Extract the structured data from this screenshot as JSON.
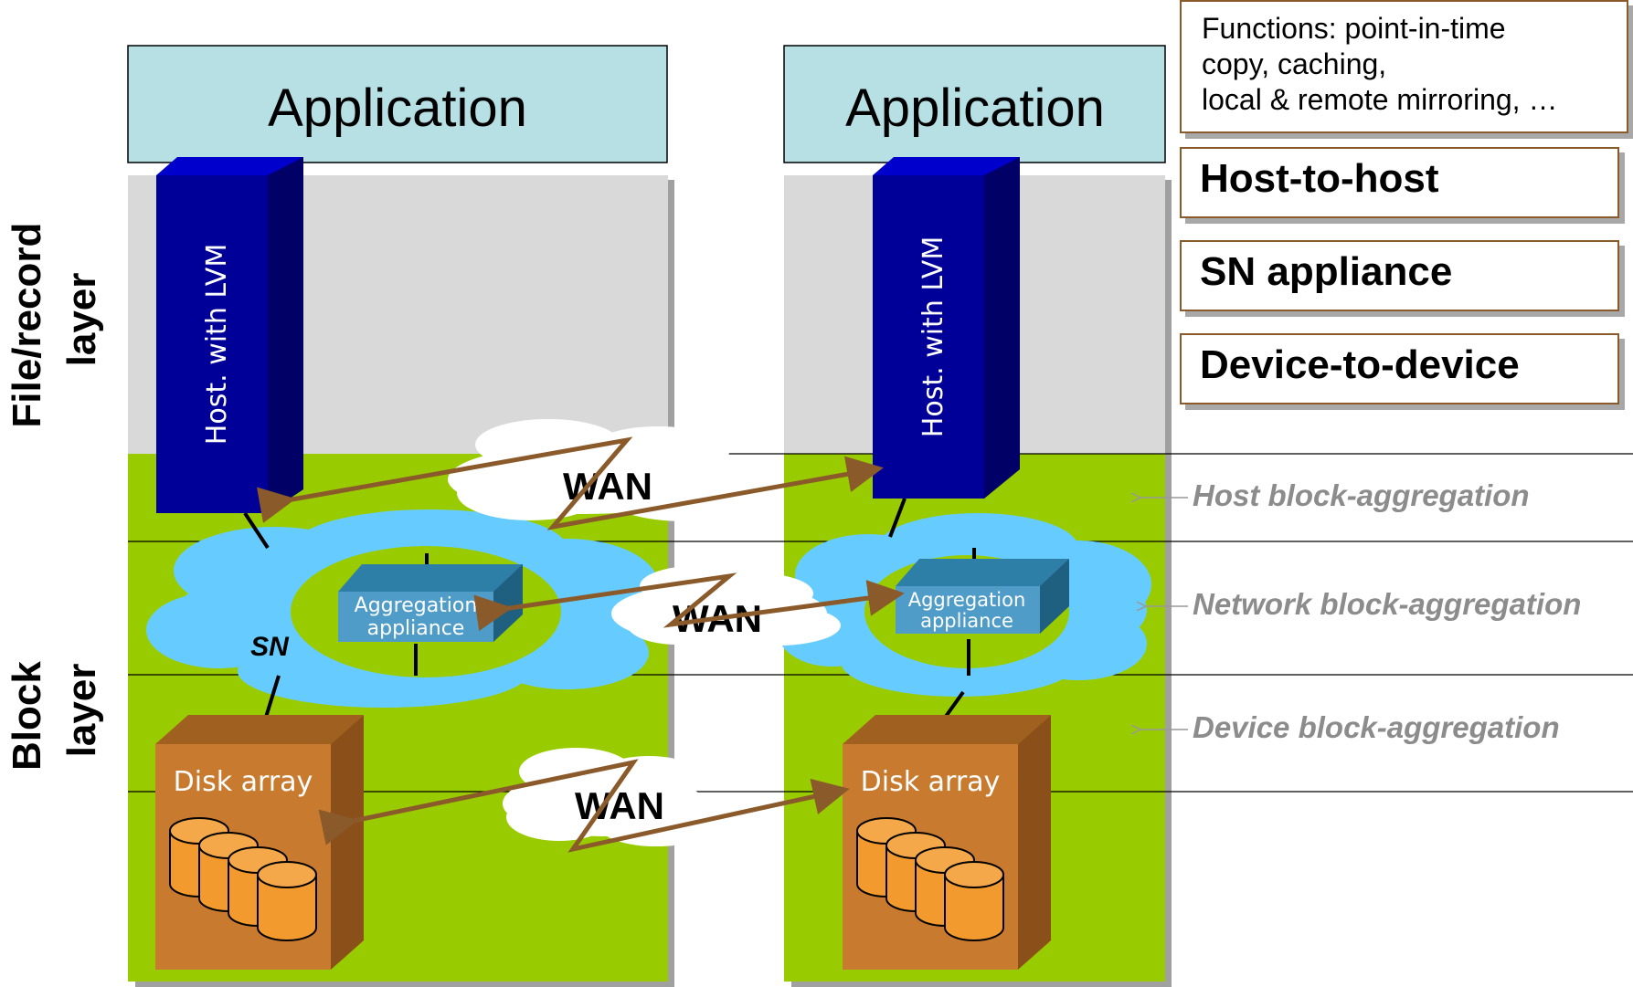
{
  "layers": {
    "file_record": "File/record\nlayer",
    "block": "Block\nlayer"
  },
  "columns": [
    {
      "application": "Application",
      "host": "Host. with LVM",
      "appliance": "Aggregation\nappliance",
      "disk": "Disk array"
    },
    {
      "application": "Application",
      "host": "Host. with LVM",
      "appliance": "Aggregation\nappliance",
      "disk": "Disk array"
    }
  ],
  "sn_label": "SN",
  "wan_label": "WAN",
  "functions_text": "Functions: point-in-time\ncopy, caching,\nlocal & remote mirroring, …",
  "methods": [
    "Host-to-host",
    "SN appliance",
    "Device-to-device"
  ],
  "aggregation_levels": [
    "Host block-aggregation",
    "Network block-aggregation",
    "Device block-aggregation"
  ],
  "colors": {
    "file_layer": "#d9d9d9",
    "block_layer": "#99cc00",
    "application_box": "#b7e0e5",
    "host": "#000099",
    "sn_cloud": "#66ccff",
    "appliance": "#4f9cc8",
    "disk_array": "#c87a2e",
    "disk": "#f39a2e",
    "wan_arrow": "#8b5a2b",
    "annotation_text": "#8c8c8c"
  }
}
